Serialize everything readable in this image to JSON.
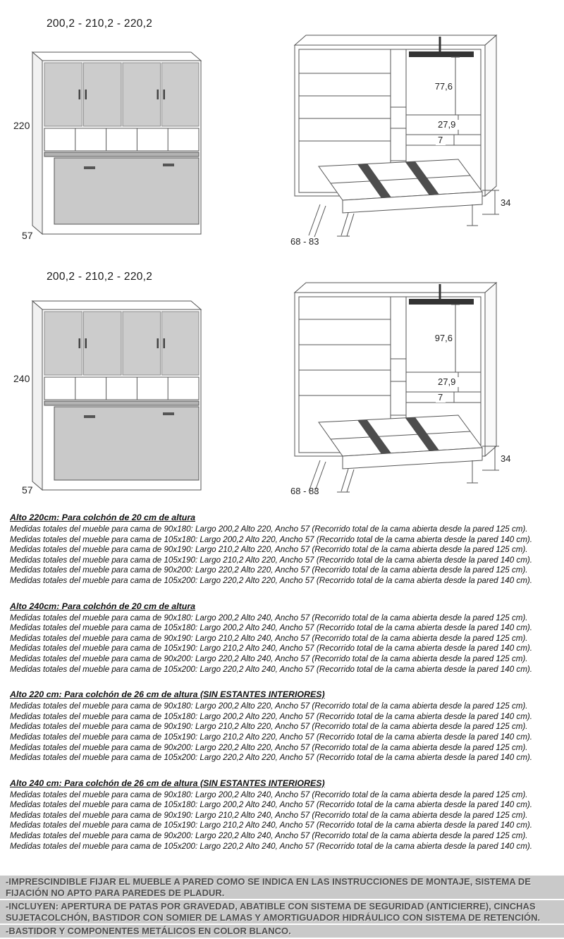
{
  "colors": {
    "line": "#555555",
    "door_gray": "#c9c9c9",
    "footer_bg": "#c9c9c9",
    "footer_text": "#4f4f4f"
  },
  "diagrams": {
    "row1": {
      "title": "200,2 - 210,2 - 220,2",
      "closed": {
        "height_label": "220",
        "depth_label": "57"
      },
      "open": {
        "dim_top": "77,6",
        "dim_mid": "27,9",
        "dim_small": "7",
        "dim_bed_height": "34",
        "dim_floor": "68 - 83"
      }
    },
    "row2": {
      "title": "200,2 - 210,2 - 220,2",
      "closed": {
        "height_label": "240",
        "depth_label": "57"
      },
      "open": {
        "dim_top": "97,6",
        "dim_mid": "27,9",
        "dim_small": "7",
        "dim_bed_height": "34",
        "dim_floor": "68 - 83"
      }
    }
  },
  "specs": [
    {
      "heading": "Alto 220cm: Para colchón de 20 cm de altura",
      "lines": [
        "Medidas totales del mueble para cama de 90x180: Largo 200,2 Alto 220, Ancho 57 (Recorrido total de la cama abierta desde la pared 125 cm).",
        "Medidas totales del mueble para cama de 105x180: Largo 200,2 Alto 220, Ancho 57 (Recorrido total de la cama abierta desde la pared 140 cm).",
        "Medidas totales del mueble para cama de 90x190: Largo 210,2 Alto 220, Ancho 57 (Recorrido total de la cama abierta desde la pared 125 cm).",
        "Medidas totales del mueble para cama de 105x190: Largo 210,2 Alto 220, Ancho 57 (Recorrido total de la cama abierta desde la pared 140 cm).",
        "Medidas totales del mueble para cama de 90x200: Largo 220,2 Alto 220, Ancho 57 (Recorrido total de la cama abierta desde la pared 125 cm).",
        "Medidas totales del mueble para cama de 105x200: Largo 220,2 Alto 220, Ancho 57 (Recorrido total de la cama abierta desde la pared 140 cm)."
      ]
    },
    {
      "heading": "Alto 240cm: Para colchón de 20 cm de altura",
      "lines": [
        "Medidas totales del mueble para cama de 90x180: Largo 200,2 Alto 240, Ancho 57 (Recorrido total de la cama abierta desde la pared 125 cm).",
        "Medidas totales del mueble para cama de 105x180: Largo 200,2 Alto 240, Ancho 57 (Recorrido total de la cama abierta desde la pared 140 cm).",
        "Medidas totales del mueble para cama de 90x190: Largo 210,2 Alto 240, Ancho 57 (Recorrido total de la cama abierta desde la pared 125 cm).",
        "Medidas totales del mueble para cama de 105x190: Largo 210,2 Alto 240, Ancho 57 (Recorrido total de la cama abierta desde la pared 140 cm).",
        "Medidas totales del mueble para cama de 90x200: Largo 220,2 Alto 240, Ancho 57 (Recorrido total de la cama abierta desde la pared 125 cm).",
        "Medidas totales del mueble para cama de 105x200: Largo 220,2 Alto 240, Ancho 57 (Recorrido total de la cama abierta desde la pared 140 cm)."
      ]
    },
    {
      "heading": "Alto 220 cm: Para colchón de 26 cm de altura (SIN ESTANTES INTERIORES)",
      "lines": [
        "Medidas totales del mueble para cama de 90x180: Largo 200,2 Alto 220, Ancho 57 (Recorrido total de la cama abierta desde la pared 125 cm).",
        "Medidas totales del mueble para cama de 105x180: Largo 200,2 Alto 220, Ancho 57 (Recorrido total de la cama abierta desde la pared 140 cm).",
        "Medidas totales del mueble para cama de 90x190: Largo 210,2 Alto 220, Ancho 57 (Recorrido total de la cama abierta desde la pared 125 cm).",
        "Medidas totales del mueble para cama de 105x190: Largo 210,2 Alto 220, Ancho 57 (Recorrido total de la cama abierta desde la pared 140 cm).",
        "Medidas totales del mueble para cama de 90x200: Largo 220,2 Alto 220, Ancho 57 (Recorrido total de la cama abierta desde la pared 125 cm).",
        "Medidas totales del mueble para cama de 105x200: Largo 220,2 Alto 220, Ancho 57 (Recorrido total de la cama abierta desde la pared 140 cm)."
      ]
    },
    {
      "heading": "Alto 240 cm: Para colchón de 26 cm de altura (SIN ESTANTES INTERIORES)",
      "lines": [
        "Medidas totales del mueble para cama de 90x180: Largo 200,2 Alto 240, Ancho 57 (Recorrido total de la cama abierta desde la pared 125 cm).",
        "Medidas totales del mueble para cama de 105x180: Largo 200,2 Alto 240, Ancho 57 (Recorrido total de la cama abierta desde la pared 140 cm).",
        "Medidas totales del mueble para cama de 90x190: Largo 210,2 Alto 240, Ancho 57 (Recorrido total de la cama abierta desde la pared 125 cm).",
        "Medidas totales del mueble para cama de 105x190: Largo 210,2 Alto 240, Ancho 57 (Recorrido total de la cama abierta desde la pared 140 cm).",
        "Medidas totales del mueble para cama de 90x200: Largo 220,2 Alto 240, Ancho 57 (Recorrido total de la cama abierta desde la pared 125 cm).",
        "Medidas totales del mueble para cama de 105x200: Largo 220,2 Alto 240, Ancho 57 (Recorrido total de la cama abierta desde la pared 140 cm)."
      ]
    }
  ],
  "footer": {
    "lines": [
      "-IMPRESCINDIBLE FIJAR EL MUEBLE A PARED COMO SE INDICA EN LAS INSTRUCCIONES DE MONTAJE, SISTEMA DE FIJACIÓN NO APTO PARA PAREDES DE PLADUR.",
      "-INCLUYEN: APERTURA DE PATAS POR GRAVEDAD, ABATIBLE CON SISTEMA DE SEGURIDAD (ANTICIERRE), CINCHAS SUJETACOLCHÓN, BASTIDOR CON SOMIER DE LAMAS Y AMORTIGUADOR HIDRÁULICO CON SISTEMA DE RETENCIÓN.",
      "-BASTIDOR Y COMPONENTES METÁLICOS EN COLOR BLANCO."
    ]
  }
}
